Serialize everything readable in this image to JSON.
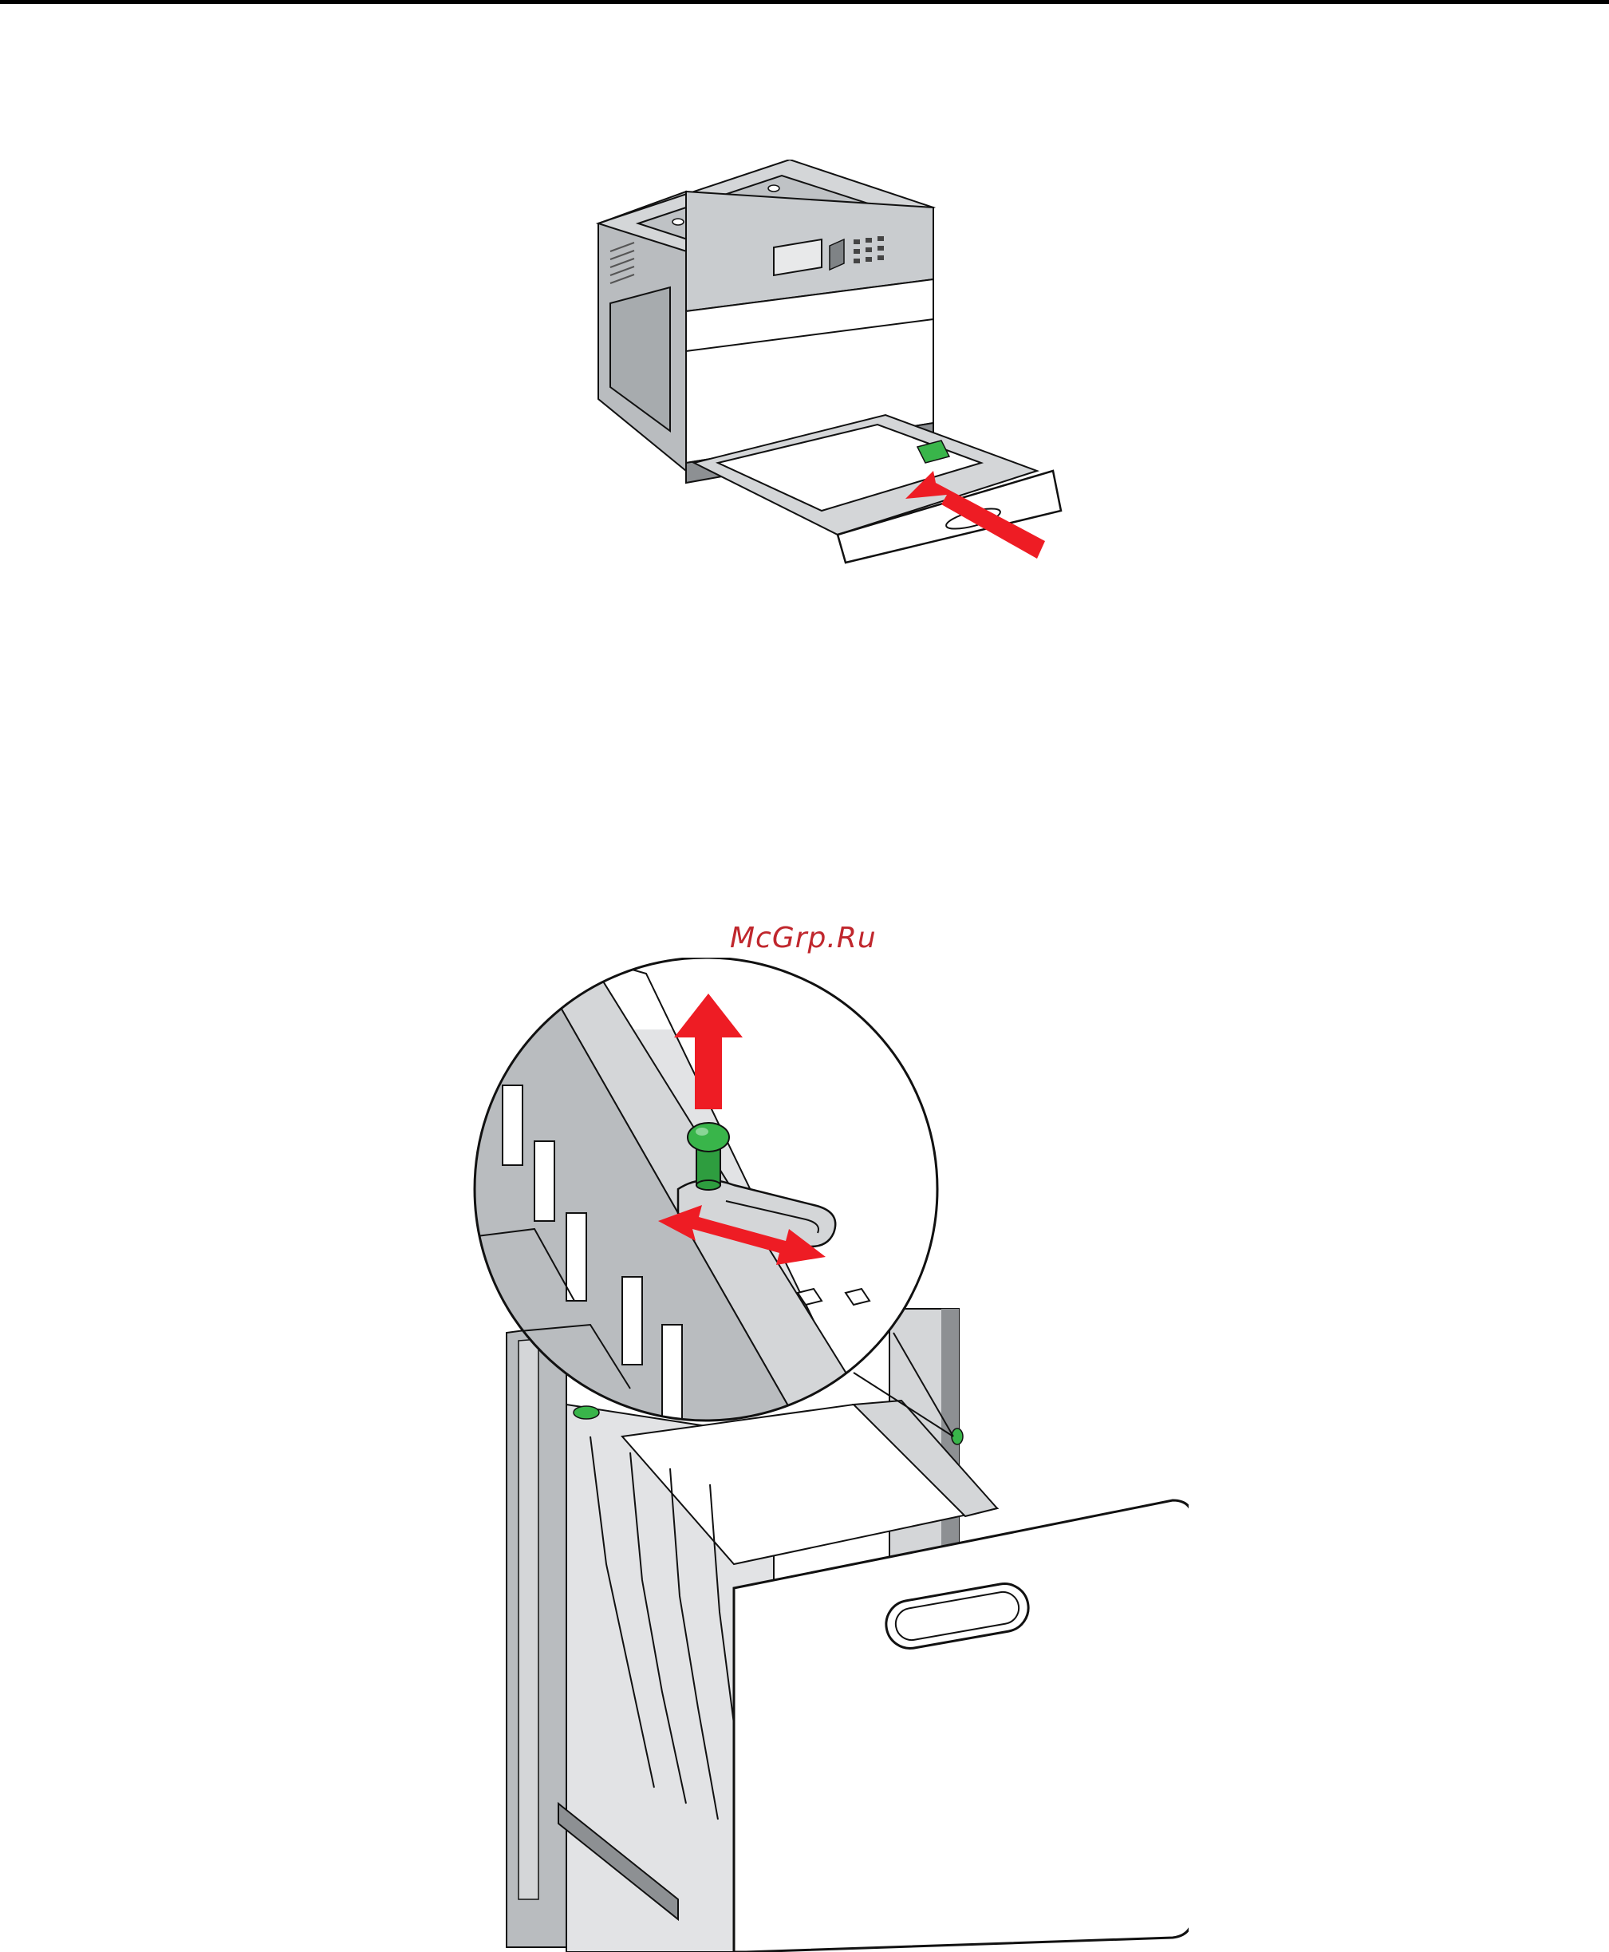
{
  "page": {
    "watermark": "McGrp.Ru"
  },
  "colors": {
    "line": "#111111",
    "fill_light": "#ffffff",
    "fill_gray": "#d4d6d8",
    "fill_mid": "#b9bcbf",
    "fill_dark": "#8d9093",
    "arrow_red": "#ee1c24",
    "lever_green": "#39b54a",
    "watermark": "#c0272d"
  },
  "figures": [
    {
      "id": "printer-tray-insert",
      "description_icon": "printer-icon"
    },
    {
      "id": "tray-length-guide",
      "description_icon": "tray-icon"
    }
  ]
}
